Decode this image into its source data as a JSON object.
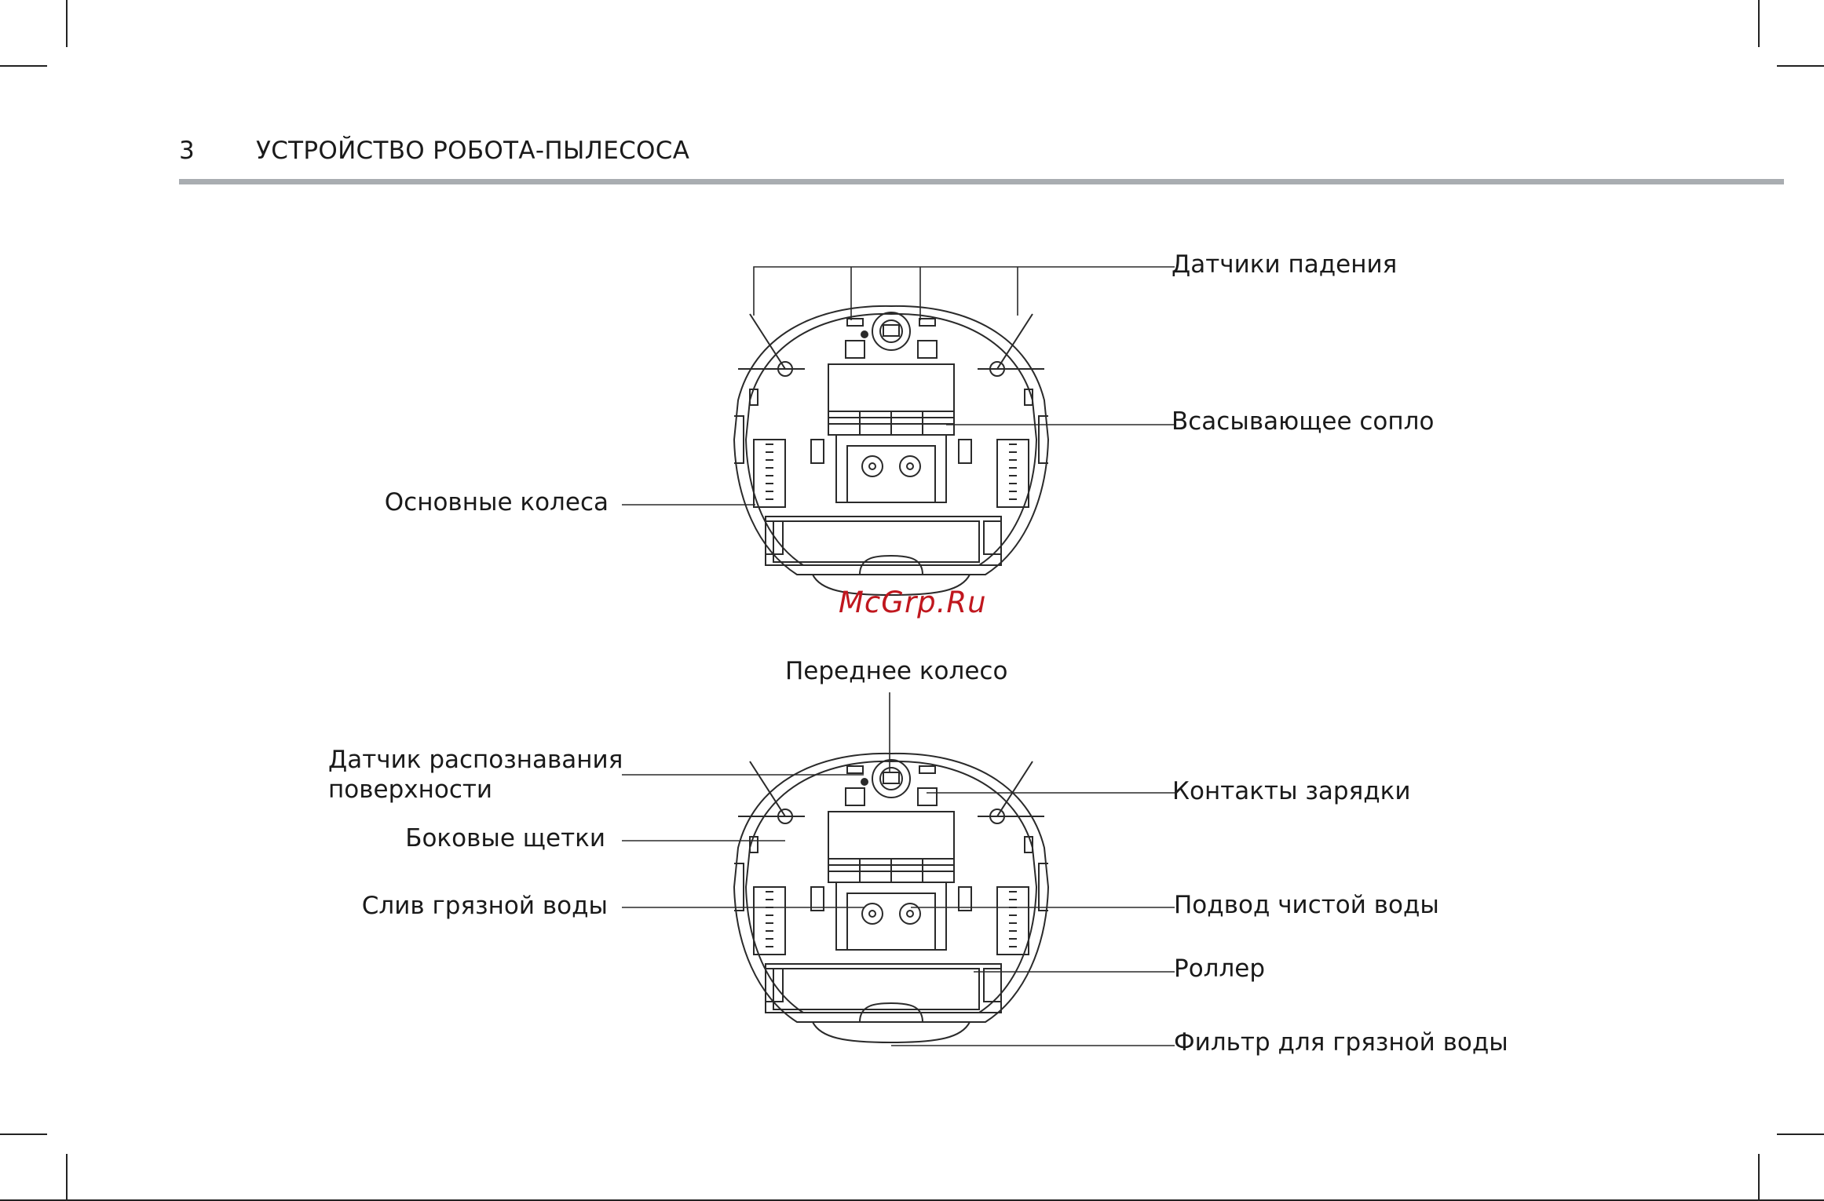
{
  "header": {
    "page_number": "3",
    "title": "УСТРОЙСТВО РОБОТА-ПЫЛЕСОСА"
  },
  "labels": {
    "cliff_sensors": "Датчики падения",
    "suction_nozzle": "Всасывающее сопло",
    "main_wheels": "Основные колеса",
    "front_wheel": "Переднее колесо",
    "surface_sensor_line1": "Датчик распознавания",
    "surface_sensor_line2": "поверхности",
    "side_brushes": "Боковые щетки",
    "dirty_water_drain": "Слив грязной воды",
    "charging_contacts": "Контакты зарядки",
    "clean_water_inlet": "Подвод чистой воды",
    "roller": "Роллер",
    "dirty_water_filter": "Фильтр для грязной воды"
  },
  "watermark": "McGrp.Ru"
}
